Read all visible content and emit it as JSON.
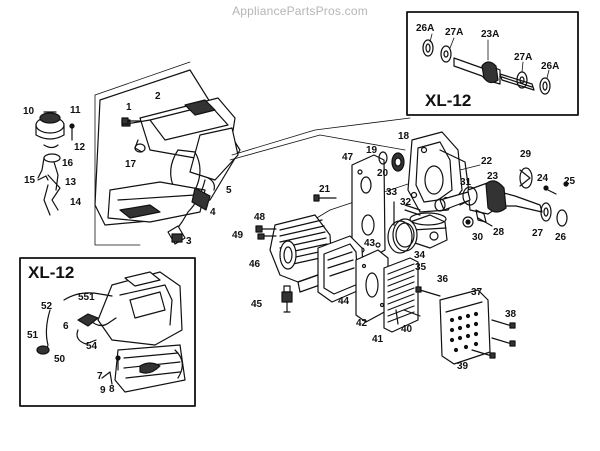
{
  "watermark": "AppliancePartsPros.com",
  "insets": {
    "top_right_title": "XL-12",
    "bottom_left_title": "XL-12"
  },
  "part_labels": {
    "p1": "1",
    "p2": "2",
    "p3": "3",
    "p4": "4",
    "p5": "5",
    "p6": "6",
    "p7": "7",
    "p8": "8",
    "p9": "9",
    "p10": "10",
    "p11": "11",
    "p12": "12",
    "p13": "13",
    "p14": "14",
    "p15": "15",
    "p16": "16",
    "p17": "17",
    "p18": "18",
    "p19": "19",
    "p20": "20",
    "p21": "21",
    "p22": "22",
    "p23": "23",
    "p24": "24",
    "p25": "25",
    "p26": "26",
    "p27": "27",
    "p28": "28",
    "p29": "29",
    "p30": "30",
    "p31": "31",
    "p32": "32",
    "p33": "33",
    "p34": "34",
    "p35": "35",
    "p36": "36",
    "p37": "37",
    "p38": "38",
    "p39": "39",
    "p40": "40",
    "p41": "41",
    "p42": "42",
    "p43": "43",
    "p44": "44",
    "p45": "45",
    "p46": "46",
    "p47": "47",
    "p48": "48",
    "p49": "49",
    "p50": "50",
    "p51": "51",
    "p52": "52",
    "p54": "54",
    "p551": "551",
    "p23a": "23A",
    "p26a_l": "26A",
    "p26a_r": "26A",
    "p27a_l": "27A",
    "p27a_r": "27A"
  }
}
